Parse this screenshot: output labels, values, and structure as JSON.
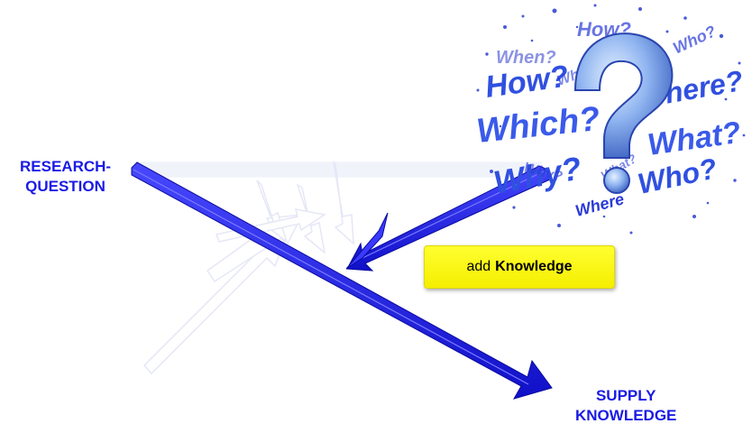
{
  "labels": {
    "research_line1": "RESEARCH-",
    "research_line2": "QUESTION",
    "supply_line1": "SUPPLY",
    "supply_line2": "KNOWLEDGE"
  },
  "knowledge_box": {
    "prefix": "add",
    "emphasis": "Knowledge"
  },
  "cloud_words": [
    "How?",
    "Which?",
    "Where?",
    "What?",
    "Who?",
    "Why?",
    "When?",
    "Where",
    "What?",
    "Why?",
    "Who?"
  ],
  "colors": {
    "label_blue": "#1a1ae6",
    "arrow_blue": "#2020e8",
    "box_yellow": "#ffff30"
  }
}
